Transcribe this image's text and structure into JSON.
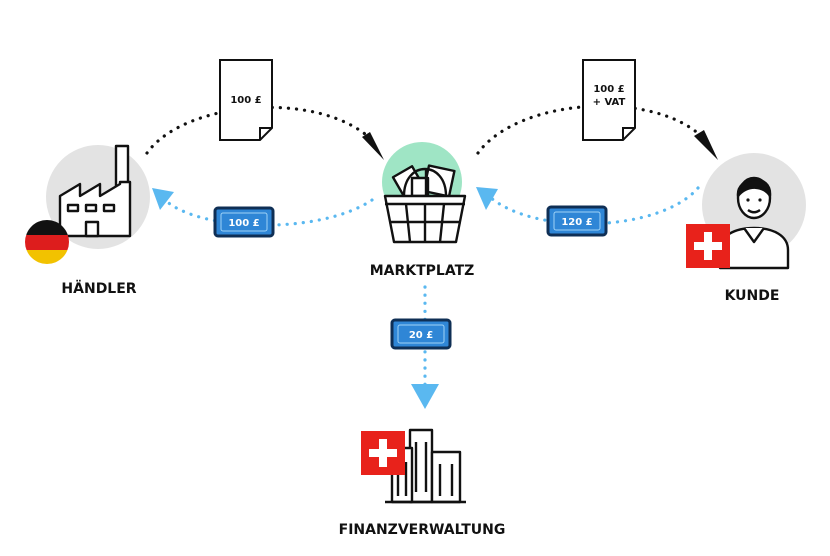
{
  "labels": {
    "haendler": "HÄNDLER",
    "marktplatz": "MARKTPLATZ",
    "kunde": "KUNDE",
    "finanzverwaltung": "FINANZVERWALTUNG"
  },
  "invoices": {
    "haendler_to_marktplatz": "100 £",
    "marktplatz_to_kunde_line1": "100 £",
    "marktplatz_to_kunde_line2": "+ VAT"
  },
  "payments": {
    "marktplatz_to_haendler": "100 £",
    "kunde_to_marktplatz": "120 £",
    "marktplatz_to_finanzverwaltung": "20 £"
  },
  "icons": {
    "haendler": "factory-icon",
    "marktplatz": "shopping-basket-icon",
    "kunde": "person-icon",
    "finanzverwaltung": "office-building-icon",
    "haendler_flag": "germany-flag-icon",
    "kunde_flag": "switzerland-flag-icon",
    "finanzverwaltung_flag": "switzerland-flag-icon"
  },
  "colors": {
    "payment_blue": "#5ab8f0",
    "money_badge": "#2f86d6",
    "money_border": "#0f2f55",
    "marketplace_circle": "#9fe5c5",
    "grey_circle": "#e3e3e3",
    "swiss_red": "#e8221b",
    "de_black": "#111111",
    "de_red": "#dd1d1d",
    "de_gold": "#f2c200"
  }
}
